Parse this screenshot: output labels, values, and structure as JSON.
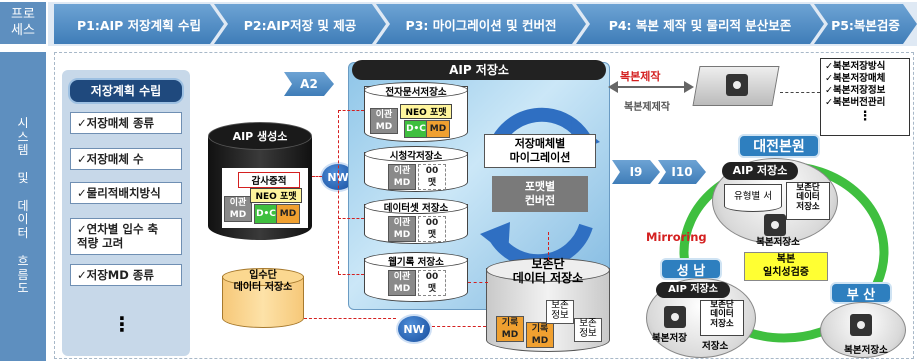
{
  "header": {
    "row_label": "프로\n세스",
    "stages": [
      "P1:AIP 저장계획 수립",
      "P2:AIP저장 및 제공",
      "P3: 마이그레이션 및 컨버전",
      "P4: 복본 제작 및 물리적 분산보존",
      "P5:복본검증"
    ]
  },
  "side": {
    "label": "시\n스\n템\n\n및\n\n데\n이\n터\n\n흐\n름\n도"
  },
  "plan_panel": {
    "title": "저장계획 수립",
    "items": [
      "✓저장매체 종류",
      "✓저장매체 수",
      "✓물리적배치방식",
      "✓연차별 입수 축\n적량 고려",
      "✓저장MD 종류"
    ],
    "more": "⋮"
  },
  "aip_generation": {
    "title": "AIP 생성소",
    "audit": "감사증적",
    "neo_format": "NEO 포맷",
    "dc": "D•C",
    "md": "MD",
    "transfer_md": "이관\nMD"
  },
  "a2": "A2",
  "nw1": "NW",
  "nw2": "NW",
  "intake_store": "입수단\n데이터 저장소",
  "aip_store": {
    "title": "AIP 저장소",
    "sub_stores": [
      {
        "label": "전자문서저장소",
        "md": "이관\nMD"
      },
      {
        "label": "시청각저장소",
        "md": "이관\nMD"
      },
      {
        "label": "데이터셋 저장소",
        "md": "이관\nMD"
      },
      {
        "label": "웹기록 저장소",
        "md": "이관\nMD"
      }
    ],
    "neo_format": "NEO 포맷",
    "dc": "D•C",
    "md": "MD",
    "format_partial": "00\n맷",
    "migration": "저장매체별\n마이그레이션",
    "conversion": "포맷별\n컨버전"
  },
  "preservation_store": {
    "title": "보존단\n데이터 저장소",
    "records": [
      "기록\nMD",
      "기록\nMD"
    ],
    "preservation_info": [
      "보존\n정보",
      "보존\n정보"
    ]
  },
  "arrows": {
    "i9": "I9",
    "i10": "I10"
  },
  "replication": {
    "produce": "복본제작",
    "produce_echo": "복본제제작",
    "checklist": [
      "✓복본저장방식",
      "✓복본저장매체",
      "✓복본저장정보",
      "✓복본버전관리"
    ],
    "more": "⋮"
  },
  "sites": {
    "daejeon": {
      "title": "대전본원",
      "aip_store": "AIP 저장소",
      "media": "유형별 서",
      "preservation": "보존단\n데이터\n저장소",
      "replica": "복본저장소"
    },
    "seongnam": {
      "title": "성 남",
      "aip_store": "AIP 저장소",
      "preservation": "보존단\n데이터\n저장소",
      "replica": "복본저장",
      "replica2": "저장소"
    },
    "busan": {
      "title": "부 산",
      "replica": "복본저장소"
    },
    "mirroring": "Mirroring",
    "verification": "복본\n일치성검증"
  }
}
